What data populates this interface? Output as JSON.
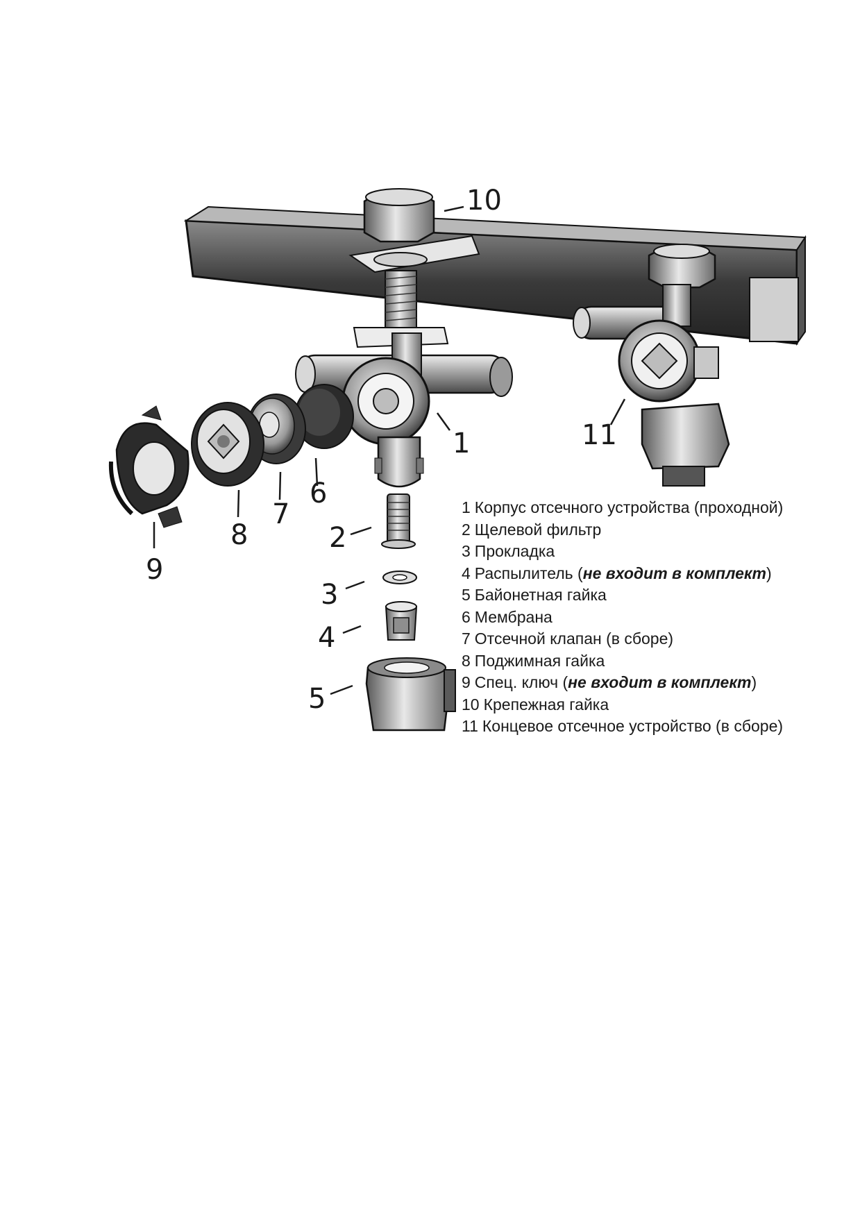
{
  "callouts": {
    "c1": "1",
    "c2": "2",
    "c3": "3",
    "c4": "4",
    "c5": "5",
    "c6": "6",
    "c7": "7",
    "c8": "8",
    "c9": "9",
    "c10": "10",
    "c11": "11"
  },
  "legend": [
    {
      "num": "1",
      "text": "Корпус отсечного устройства (проходной)",
      "note": "",
      "after": ""
    },
    {
      "num": "2",
      "text": "Щелевой фильтр",
      "note": "",
      "after": ""
    },
    {
      "num": "3",
      "text": "Прокладка",
      "note": "",
      "after": ""
    },
    {
      "num": "4",
      "text": "Распылитель (",
      "note": "не входит в комплект",
      "after": ")"
    },
    {
      "num": "5",
      "text": "Байонетная гайка",
      "note": "",
      "after": ""
    },
    {
      "num": "6",
      "text": "Мембрана",
      "note": "",
      "after": ""
    },
    {
      "num": "7",
      "text": "Отсечной клапан (в сборе)",
      "note": "",
      "after": ""
    },
    {
      "num": "8",
      "text": "Поджимная гайка",
      "note": "",
      "after": ""
    },
    {
      "num": "9",
      "text": "Спец. ключ (",
      "note": "не входит в комплект",
      "after": ")"
    },
    {
      "num": "10",
      "text": "Крепежная гайка",
      "note": "",
      "after": ""
    },
    {
      "num": "11",
      "text": "Концевое отсечное устройство (в сборе)",
      "note": "",
      "after": ""
    }
  ]
}
